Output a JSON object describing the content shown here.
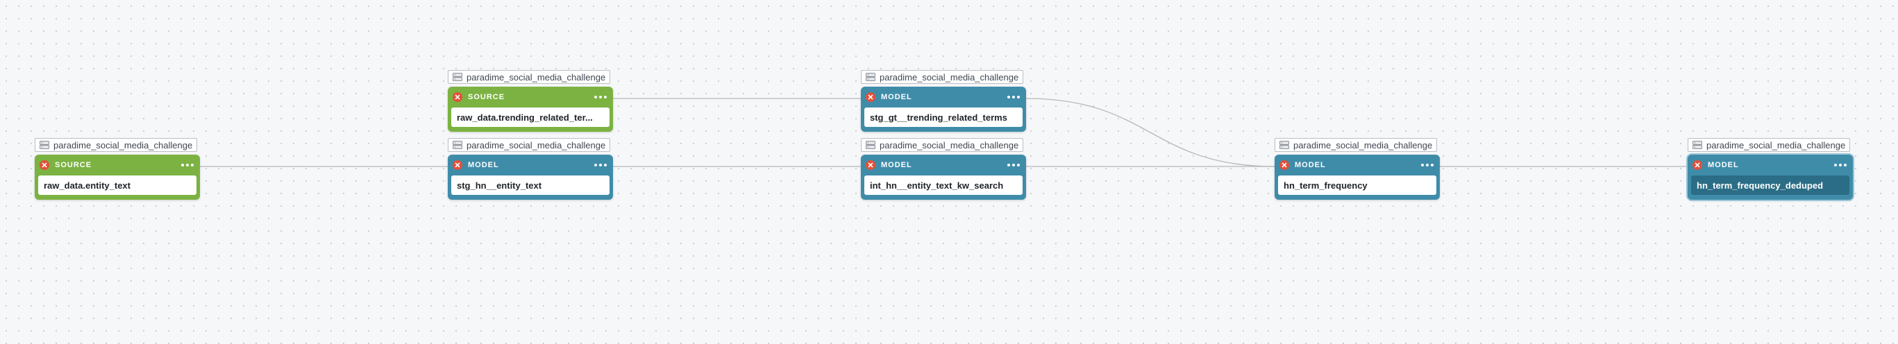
{
  "colors": {
    "source": "#7bb241",
    "model": "#3f8ca9",
    "selected_body": "#2b6d86",
    "status_icon": "#e2513a",
    "edge": "#b7b7b7"
  },
  "icons": {
    "project": "database-stack-icon",
    "status": "close-circle-icon",
    "menu": "more-options-icon"
  },
  "nodes": [
    {
      "id": "raw_entity_text",
      "project": "paradime_social_media_challenge",
      "type": "SOURCE",
      "name": "raw_data.entity_text",
      "selected": false
    },
    {
      "id": "raw_trending",
      "project": "paradime_social_media_challenge",
      "type": "SOURCE",
      "name": "raw_data.trending_related_ter...",
      "selected": false
    },
    {
      "id": "stg_hn_entity_text",
      "project": "paradime_social_media_challenge",
      "type": "MODEL",
      "name": "stg_hn__entity_text",
      "selected": false
    },
    {
      "id": "stg_gt_trending",
      "project": "paradime_social_media_challenge",
      "type": "MODEL",
      "name": "stg_gt__trending_related_terms",
      "selected": false
    },
    {
      "id": "int_hn_kw_search",
      "project": "paradime_social_media_challenge",
      "type": "MODEL",
      "name": "int_hn__entity_text_kw_search",
      "selected": false
    },
    {
      "id": "hn_term_frequency",
      "project": "paradime_social_media_challenge",
      "type": "MODEL",
      "name": "hn_term_frequency",
      "selected": false
    },
    {
      "id": "hn_term_frequency_deduped",
      "project": "paradime_social_media_challenge",
      "type": "MODEL",
      "name": "hn_term_frequency_deduped",
      "selected": true
    }
  ],
  "edges": [
    [
      "raw_entity_text",
      "stg_hn_entity_text"
    ],
    [
      "raw_trending",
      "stg_gt_trending"
    ],
    [
      "stg_hn_entity_text",
      "int_hn_kw_search"
    ],
    [
      "stg_gt_trending",
      "hn_term_frequency"
    ],
    [
      "int_hn_kw_search",
      "hn_term_frequency"
    ],
    [
      "hn_term_frequency",
      "hn_term_frequency_deduped"
    ]
  ]
}
